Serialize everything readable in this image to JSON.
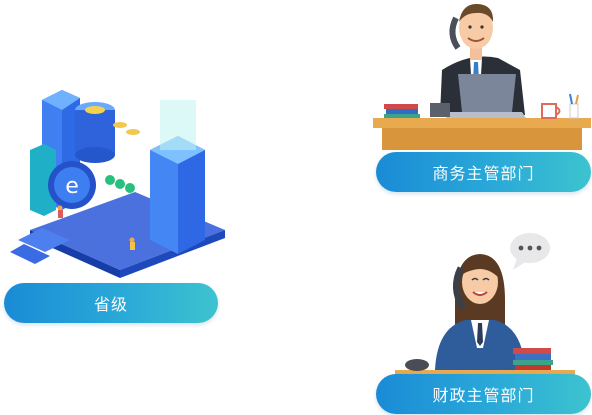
{
  "cards": {
    "province": {
      "label": "省级"
    },
    "business": {
      "label": "商务主管部门"
    },
    "finance": {
      "label": "财政主管部门"
    }
  },
  "icons": {
    "city": "isometric-city-illustration",
    "man": "businessman-phone-illustration",
    "woman": "businesswoman-phone-illustration",
    "bubble": "speech-bubble-icon"
  },
  "colors": {
    "pill_start": "#1a8bd6",
    "pill_end": "#3cc3cf",
    "city_blue": "#1f5fd6",
    "desk": "#e8a94f"
  }
}
